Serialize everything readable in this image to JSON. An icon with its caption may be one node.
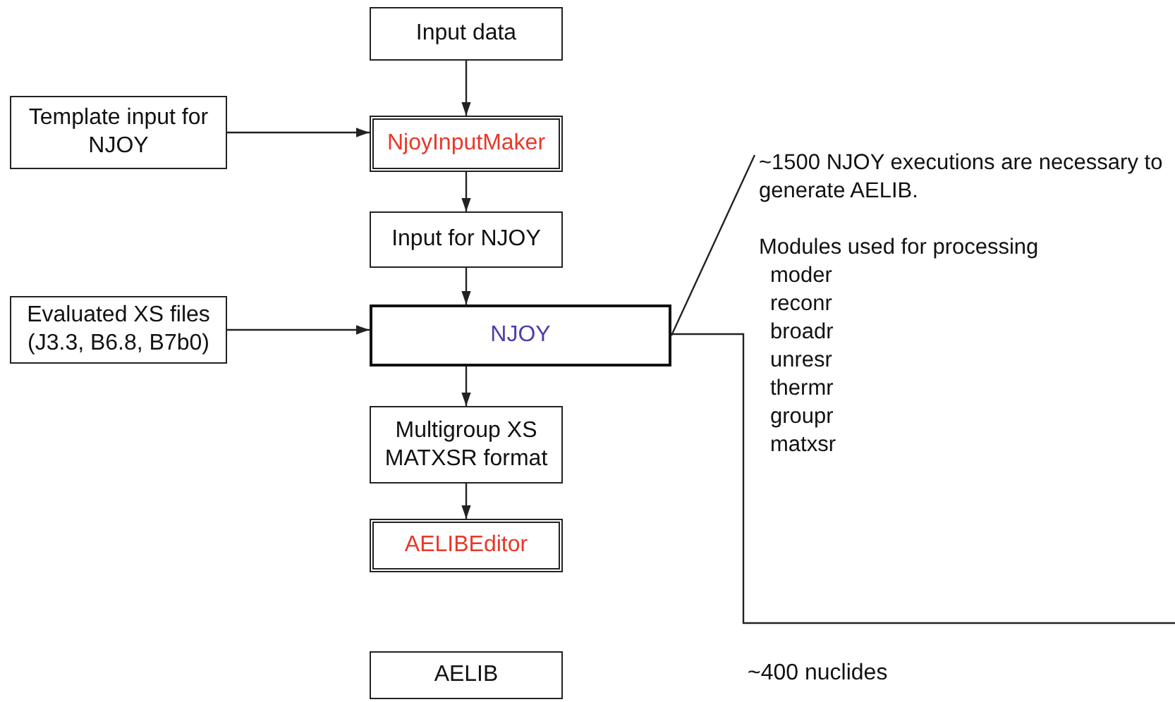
{
  "diagram": {
    "nodes": [
      {
        "text": [
          "Input data"
        ]
      },
      {
        "text": [
          "Template input for NJOY"
        ]
      },
      {
        "text": [
          "NjoyInputMaker"
        ]
      },
      {
        "text": [
          "Input for NJOY"
        ]
      },
      {
        "text": [
          "Evaluated XS files (J3.3, B6.8, B7b0)"
        ]
      },
      {
        "text": [
          "NJOY"
        ]
      },
      {
        "text": [
          "Multigroup XS MATXSR format"
        ]
      },
      {
        "text": [
          "AELIBEditor"
        ]
      },
      {
        "text": [
          "AELIB"
        ]
      },
      {
        "text": [
          "~1500 NJOY executions are necessary to generate AELIB.",
          "Modules used for processing",
          "moder",
          "reconr",
          "broadr",
          "unresr",
          "thermr",
          "groupr",
          "matxsr"
        ]
      }
    ],
    "edges": [
      {
        "from": 0,
        "to": 2,
        "arrow": "to"
      },
      {
        "from": 1,
        "to": 2,
        "arrow": "to"
      },
      {
        "from": 2,
        "to": 3,
        "arrow": "to"
      },
      {
        "from": 3,
        "to": 5,
        "arrow": "to"
      },
      {
        "from": 4,
        "to": 5,
        "arrow": "to"
      },
      {
        "from": 5,
        "to": 6,
        "arrow": "to"
      },
      {
        "from": 6,
        "to": 7,
        "arrow": "to"
      },
      {
        "from": 5,
        "to": 9,
        "arrow": "none"
      }
    ],
    "labels": [
      "~400 nuclides"
    ]
  }
}
